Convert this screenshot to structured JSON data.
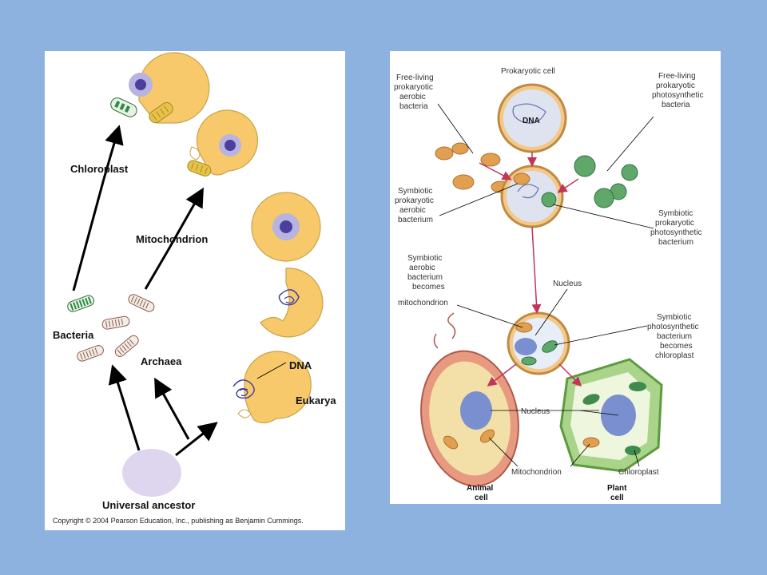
{
  "left": {
    "labels": {
      "chloroplast": "Chloroplast",
      "mitochondrion": "Mitochondrion",
      "bacteria": "Bacteria",
      "archaea": "Archaea",
      "dna": "DNA",
      "eukarya": "Eukarya",
      "universal_ancestor": "Universal ancestor",
      "copyright": "Copyright © 2004 Pearson Education, Inc., publishing as Benjamin Cummings."
    }
  },
  "right": {
    "labels": {
      "prokaryotic_cell": "Prokaryotic cell",
      "dna": "DNA",
      "free_living_aerobic": [
        "Free-living",
        "prokaryotic",
        "aerobic",
        "bacteria"
      ],
      "free_living_photosynthetic": [
        "Free-living",
        "prokaryotic",
        "photosynthetic",
        "bacteria"
      ],
      "symbiotic_aerobic": [
        "Symbiotic",
        "prokaryotic",
        "aerobic",
        "bacterium"
      ],
      "symbiotic_photosynthetic": [
        "Symbiotic",
        "prokaryotic",
        "photosynthetic",
        "bacterium"
      ],
      "becomes_mitochondrion": [
        "Symbiotic",
        "aerobic",
        "bacterium",
        "becomes",
        "mitochondrion"
      ],
      "nucleus_top": "Nucleus",
      "becomes_chloroplast": [
        "Symbiotic",
        "photosynthetic",
        "bacterium",
        "becomes",
        "chloroplast"
      ],
      "nucleus_bottom": "Nucleus",
      "mitochondrion": "Mitochondrion",
      "chloroplast": "Chloroplast",
      "animal_cell": [
        "Animal",
        "cell"
      ],
      "plant_cell": [
        "Plant",
        "cell"
      ]
    }
  },
  "colors": {
    "background": "#8eb2e0",
    "cell_fill": "#f7c96a",
    "nucleus": "#b9b3e2",
    "ancestor": "#ddd6ee",
    "mito": "#e6c24a",
    "chloro_green": "#2e8b4a",
    "bacteria_fill": "#f3ece6",
    "bacteria_stripe": "#8b5a4a",
    "arrow_red": "#c2345a"
  }
}
